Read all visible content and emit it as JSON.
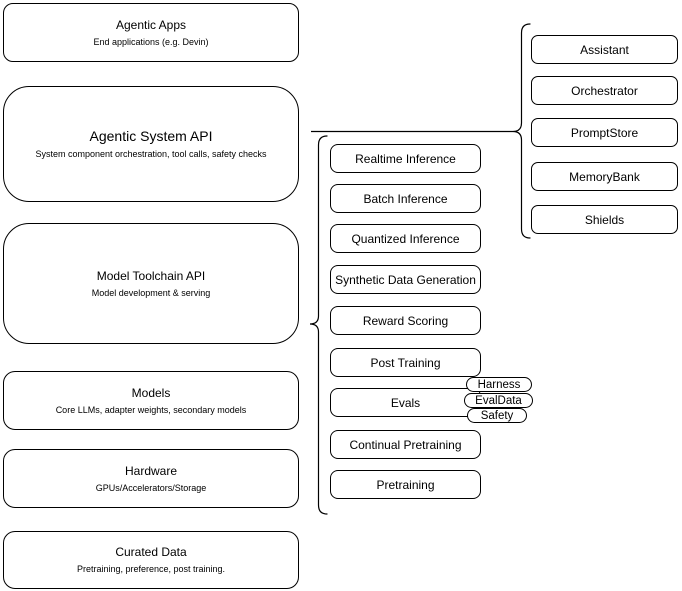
{
  "colors": {
    "stroke": "#000000",
    "background": "#ffffff",
    "text": "#000000"
  },
  "left_stack": [
    {
      "title": "Agentic Apps",
      "subtitle": "End applications (e.g. Devin)"
    },
    {
      "title": "Agentic System API",
      "subtitle": "System component orchestration, tool calls, safety checks"
    },
    {
      "title": "Model Toolchain API",
      "subtitle": "Model development & serving"
    },
    {
      "title": "Models",
      "subtitle": "Core LLMs, adapter weights, secondary models"
    },
    {
      "title": "Hardware",
      "subtitle": "GPUs/Accelerators/Storage"
    },
    {
      "title": "Curated Data",
      "subtitle": "Pretraining, preference, post training."
    }
  ],
  "toolchain_items": [
    "Realtime Inference",
    "Batch Inference",
    "Quantized Inference",
    "Synthetic Data Generation",
    "Reward Scoring",
    "Post Training",
    "Evals",
    "Continual Pretraining",
    "Pretraining"
  ],
  "eval_tags": [
    "Harness",
    "EvalData",
    "Safety"
  ],
  "system_components": [
    "Assistant",
    "Orchestrator",
    "PromptStore",
    "MemoryBank",
    "Shields"
  ]
}
